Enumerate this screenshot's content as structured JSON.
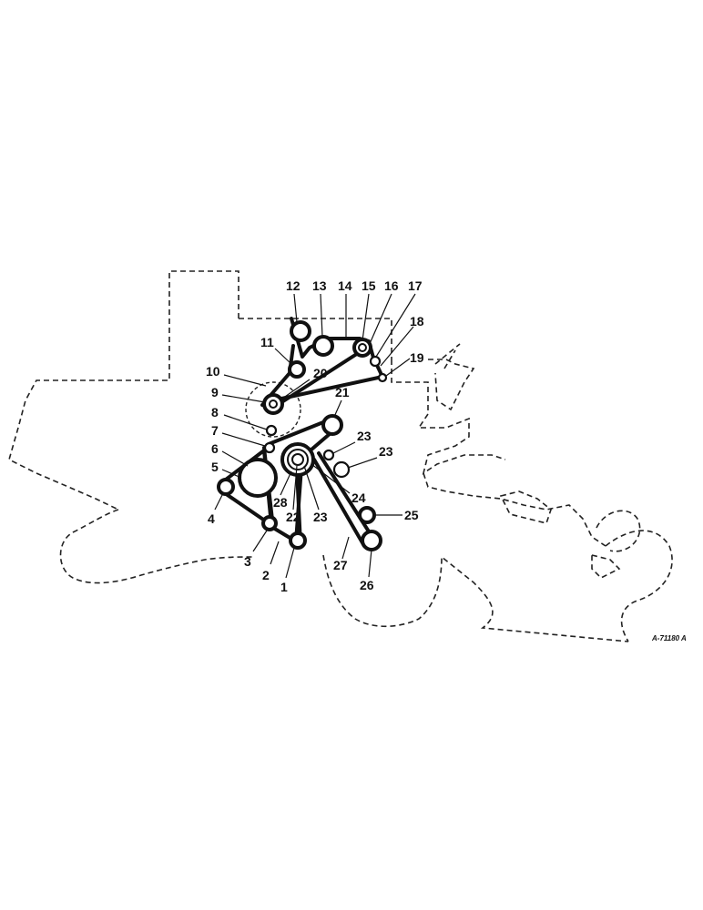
{
  "figure_ref": "A-71180 A",
  "callouts": {
    "c1": "1",
    "c2": "2",
    "c3": "3",
    "c4": "4",
    "c5": "5",
    "c6": "6",
    "c7": "7",
    "c8": "8",
    "c9": "9",
    "c10": "10",
    "c11": "11",
    "c12": "12",
    "c13": "13",
    "c14": "14",
    "c15": "15",
    "c16": "16",
    "c17": "17",
    "c18": "18",
    "c19": "19",
    "c20": "20",
    "c21": "21",
    "c22": "22",
    "c23": "23",
    "c24": "24",
    "c25": "25",
    "c26": "26",
    "c27": "27",
    "c28": "28"
  }
}
